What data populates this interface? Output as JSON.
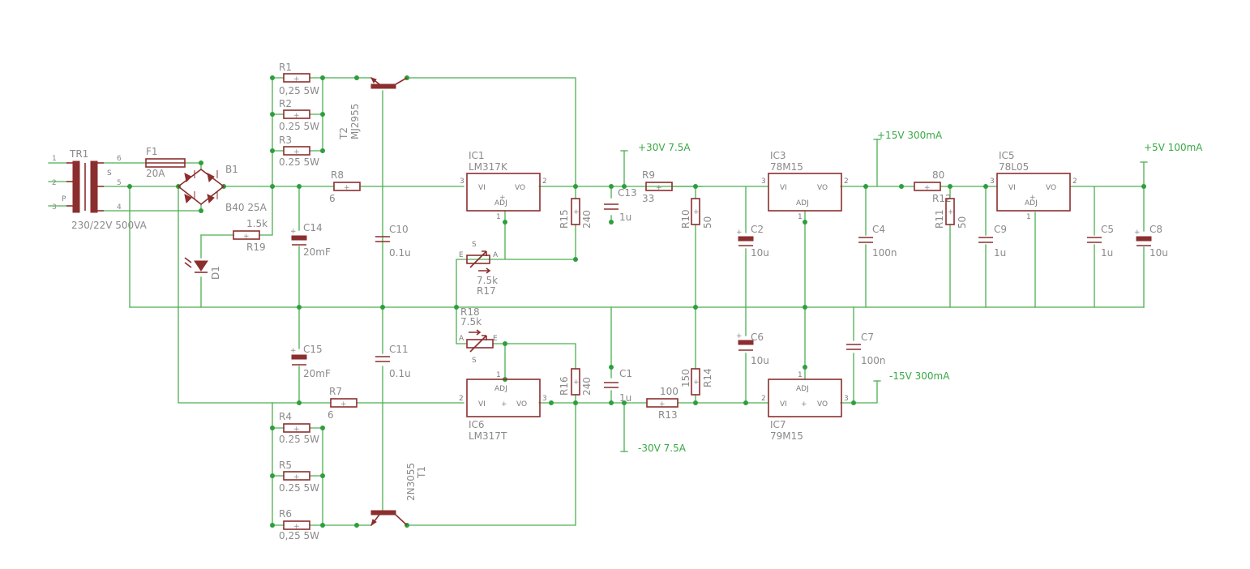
{
  "transformer": {
    "ref": "TR1",
    "value": "230/22V 500VA",
    "pins": [
      "1",
      "2",
      "3",
      "6",
      "5",
      "4"
    ],
    "primary_mark": "P",
    "secondary_mark": "S"
  },
  "fuse": {
    "ref": "F1",
    "value": "20A"
  },
  "bridge": {
    "ref": "B1",
    "value": "B40 25A"
  },
  "resistors": {
    "R1": {
      "ref": "R1",
      "value": "0,25 5W"
    },
    "R2": {
      "ref": "R2",
      "value": "0.25 5W"
    },
    "R3": {
      "ref": "R3",
      "value": "0.25 5W"
    },
    "R4": {
      "ref": "R4",
      "value": "0.25 5W"
    },
    "R5": {
      "ref": "R5",
      "value": "0.25 5W"
    },
    "R6": {
      "ref": "R6",
      "value": "0,25 5W"
    },
    "R7": {
      "ref": "R7",
      "value": "6"
    },
    "R8": {
      "ref": "R8",
      "value": "6"
    },
    "R9": {
      "ref": "R9",
      "value": "33"
    },
    "R10": {
      "ref": "R10",
      "value": "50"
    },
    "R11": {
      "ref": "R11",
      "value": "50"
    },
    "R12": {
      "ref": "R12",
      "value": "80"
    },
    "R13": {
      "ref": "R13",
      "value": "100"
    },
    "R14": {
      "ref": "R14",
      "value": "150"
    },
    "R15": {
      "ref": "R15",
      "value": "240"
    },
    "R16": {
      "ref": "R16",
      "value": "240"
    },
    "R19": {
      "ref": "R19",
      "value": "1.5k"
    }
  },
  "pots": {
    "R17": {
      "ref": "R17",
      "value": "7.5k"
    },
    "R18": {
      "ref": "R18",
      "value": "7.5k"
    },
    "pins": {
      "a": "A",
      "e": "E",
      "s": "S"
    }
  },
  "capacitors": {
    "C1": {
      "ref": "C1",
      "value": "1u"
    },
    "C2": {
      "ref": "C2",
      "value": "10u"
    },
    "C4": {
      "ref": "C4",
      "value": "100n"
    },
    "C5": {
      "ref": "C5",
      "value": "1u"
    },
    "C6": {
      "ref": "C6",
      "value": "10u"
    },
    "C7": {
      "ref": "C7",
      "value": "100n"
    },
    "C8": {
      "ref": "C8",
      "value": "10u"
    },
    "C9": {
      "ref": "C9",
      "value": "1u"
    },
    "C10": {
      "ref": "C10",
      "value": "0.1u"
    },
    "C11": {
      "ref": "C11",
      "value": "0.1u"
    },
    "C13": {
      "ref": "C13",
      "value": "1u"
    },
    "C14": {
      "ref": "C14",
      "value": "20mF"
    },
    "C15": {
      "ref": "C15",
      "value": "20mF"
    }
  },
  "transistors": {
    "T1": {
      "ref": "T1",
      "value": "2N3055"
    },
    "T2": {
      "ref": "T2",
      "value": "MJ2955"
    }
  },
  "led": {
    "ref": "D1"
  },
  "regulators": {
    "IC1": {
      "ref": "IC1",
      "value": "LM317K",
      "pin_in": "VI",
      "pin_out": "VO",
      "pin_adj": "ADJ"
    },
    "IC3": {
      "ref": "IC3",
      "value": "78M15",
      "pin_in": "VI",
      "pin_out": "VO",
      "pin_adj": "ADJ"
    },
    "IC5": {
      "ref": "IC5",
      "value": "78L05",
      "pin_in": "VI",
      "pin_out": "VO",
      "pin_adj": "ADJ"
    },
    "IC6": {
      "ref": "IC6",
      "value": "LM317T",
      "pin_in": "VI",
      "pin_out": "VO",
      "pin_adj": "ADJ"
    },
    "IC7": {
      "ref": "IC7",
      "value": "79M15",
      "pin_in": "VI",
      "pin_out": "VO",
      "pin_adj": "ADJ"
    },
    "pin_numbers": {
      "p1": "1",
      "p2": "2",
      "p3": "3"
    }
  },
  "rails": {
    "p30": "+30V 7.5A",
    "m30": "-30V 7.5A",
    "p15": "+15V 300mA",
    "m15": "-15V 300mA",
    "p5": "+5V 100mA"
  },
  "colors": {
    "wire": "#4caf50",
    "junction": "#2e9e3e",
    "body": "#8b2e2e",
    "label": "#8a8a8a",
    "rail_label": "#39a845"
  }
}
